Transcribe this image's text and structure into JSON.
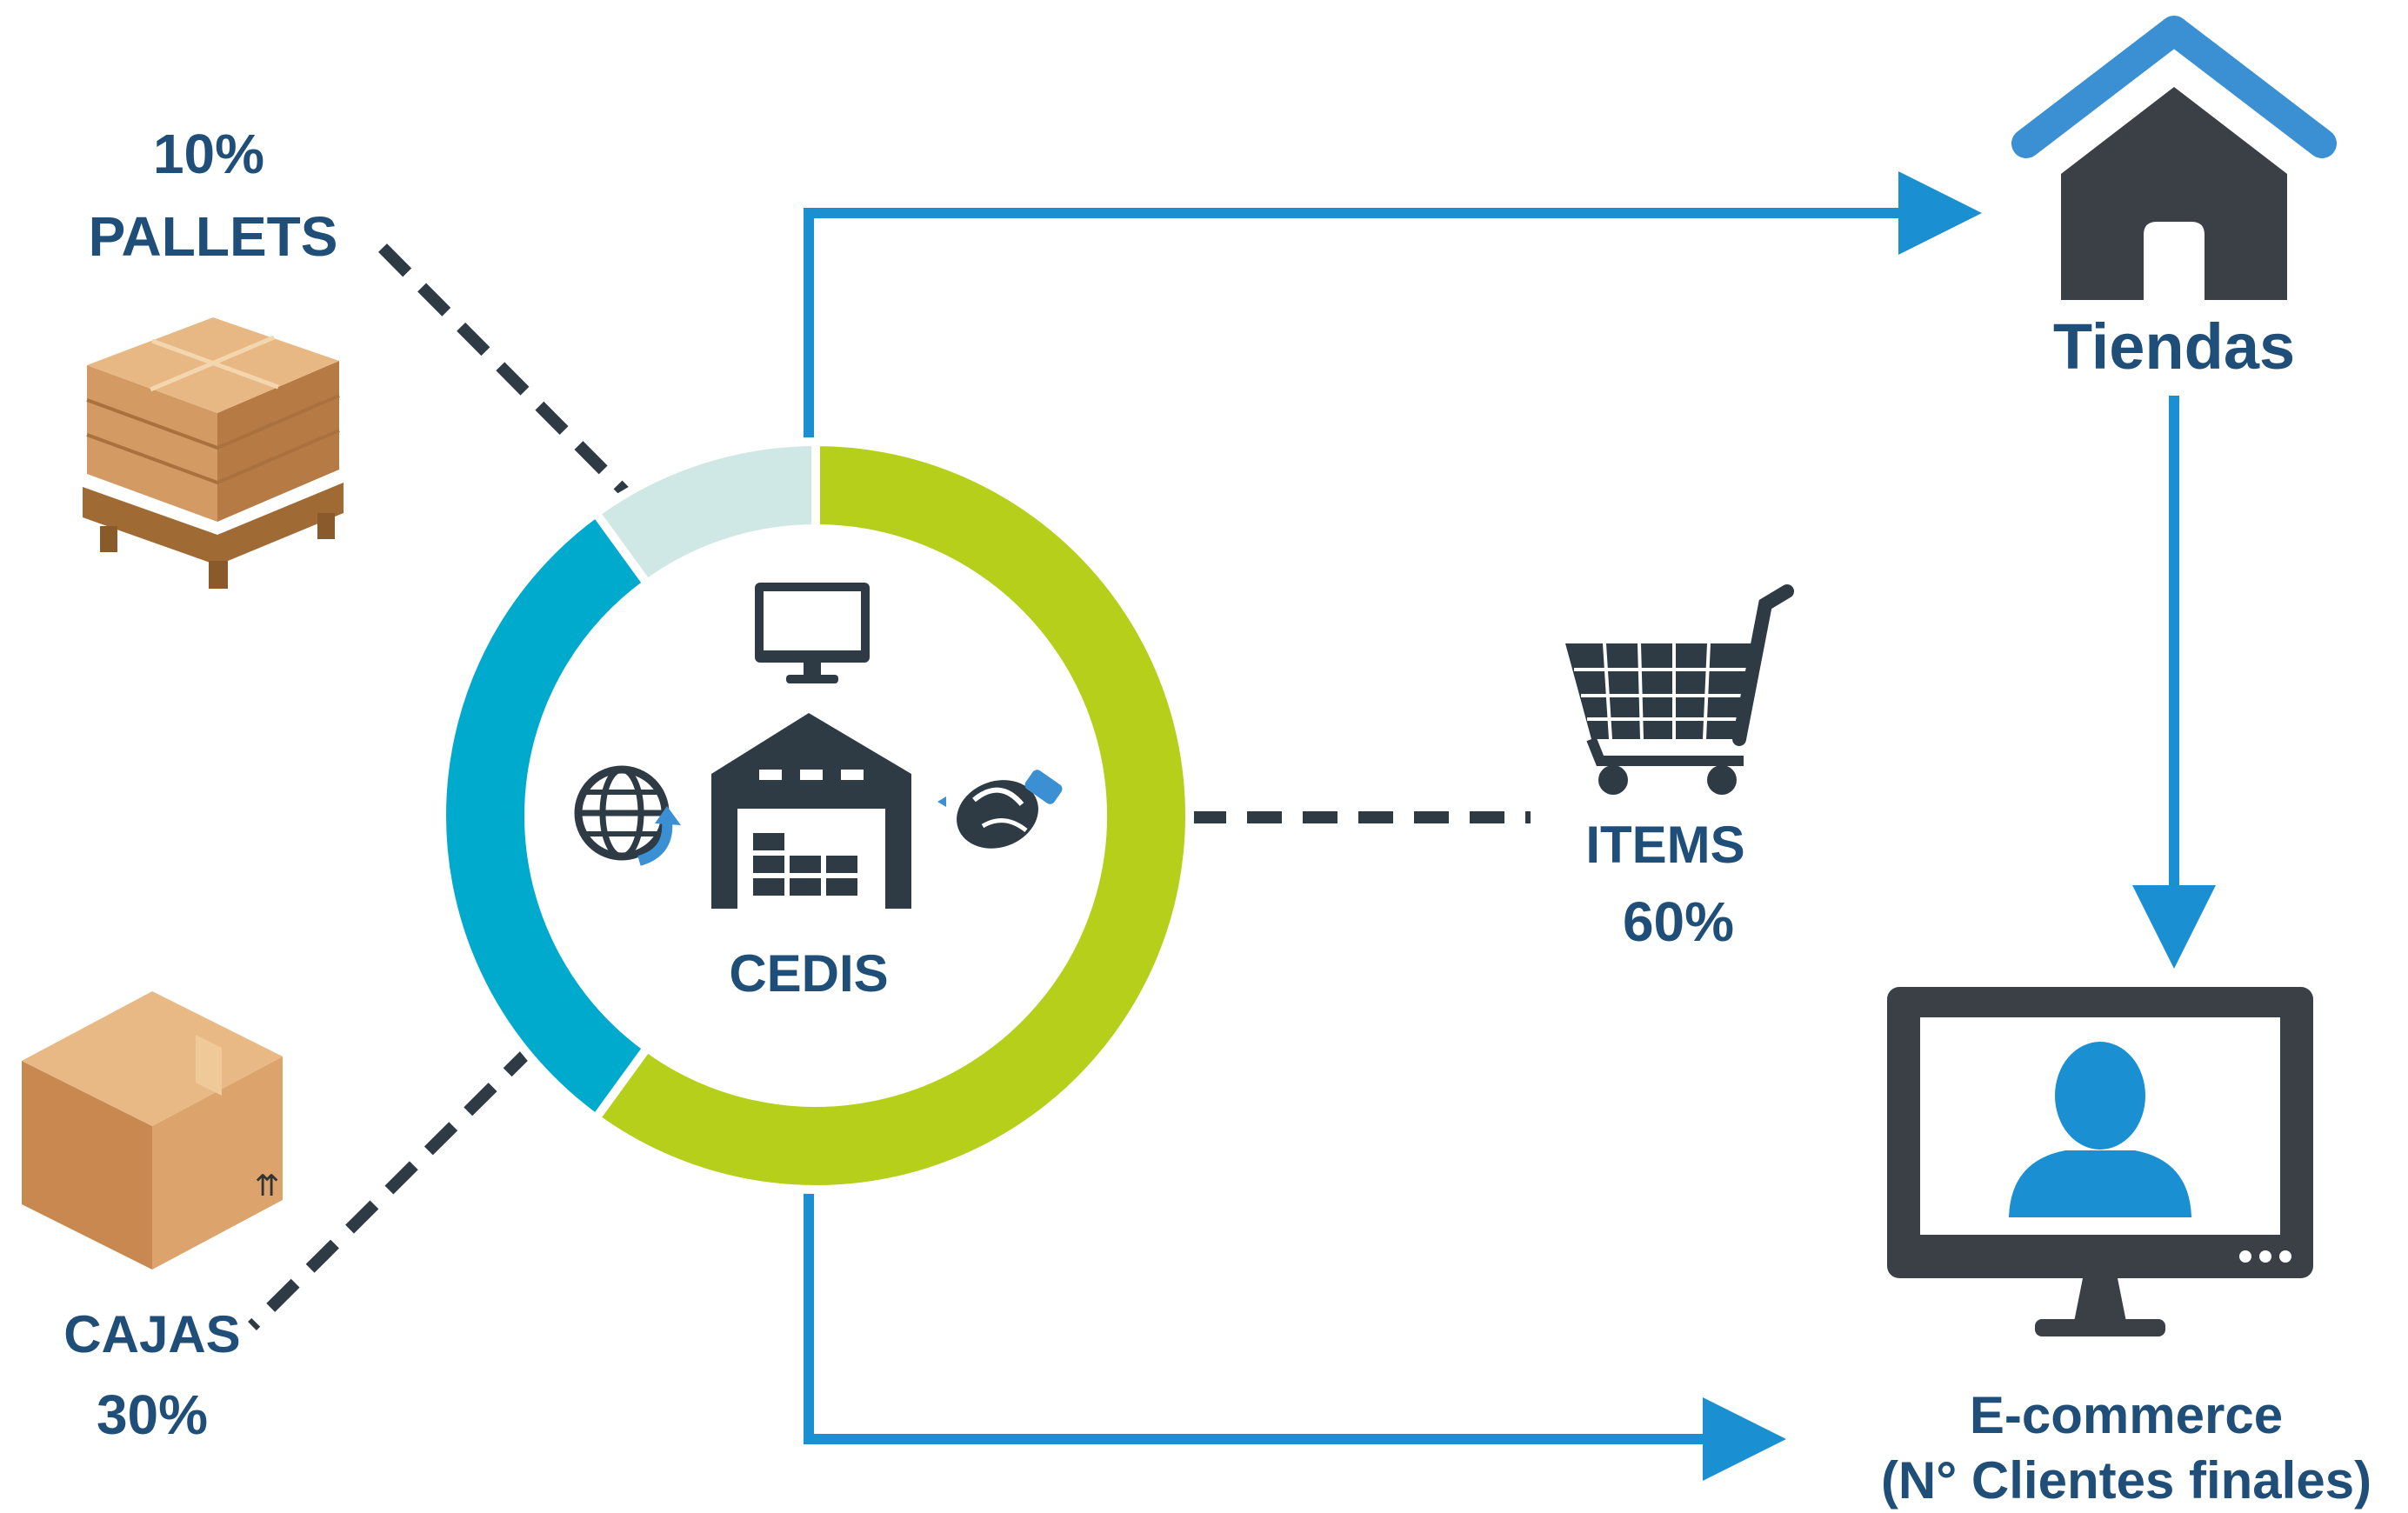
{
  "diagram": {
    "center": {
      "label": "CEDIS"
    },
    "segments": [
      {
        "name": "pallets",
        "label": "PALLETS",
        "percent": "10%",
        "color": "#cfe8e6"
      },
      {
        "name": "items",
        "label": "ITEMS",
        "percent": "60%",
        "color": "#b5cf1b"
      },
      {
        "name": "cajas",
        "label": "CAJAS",
        "percent": "30%",
        "color": "#00aacd"
      }
    ],
    "destinations": {
      "tiendas": {
        "label": "Tiendas"
      },
      "ecommerce": {
        "line1": "E-commerce",
        "line2": "(N° Clientes finales)"
      }
    },
    "colors": {
      "flow_arrow": "#1a8fd1",
      "text": "#1f4e79",
      "dark_icon": "#3a4046",
      "house_roof": "#3b8fd3",
      "user_icon": "#1a8fd1"
    }
  }
}
